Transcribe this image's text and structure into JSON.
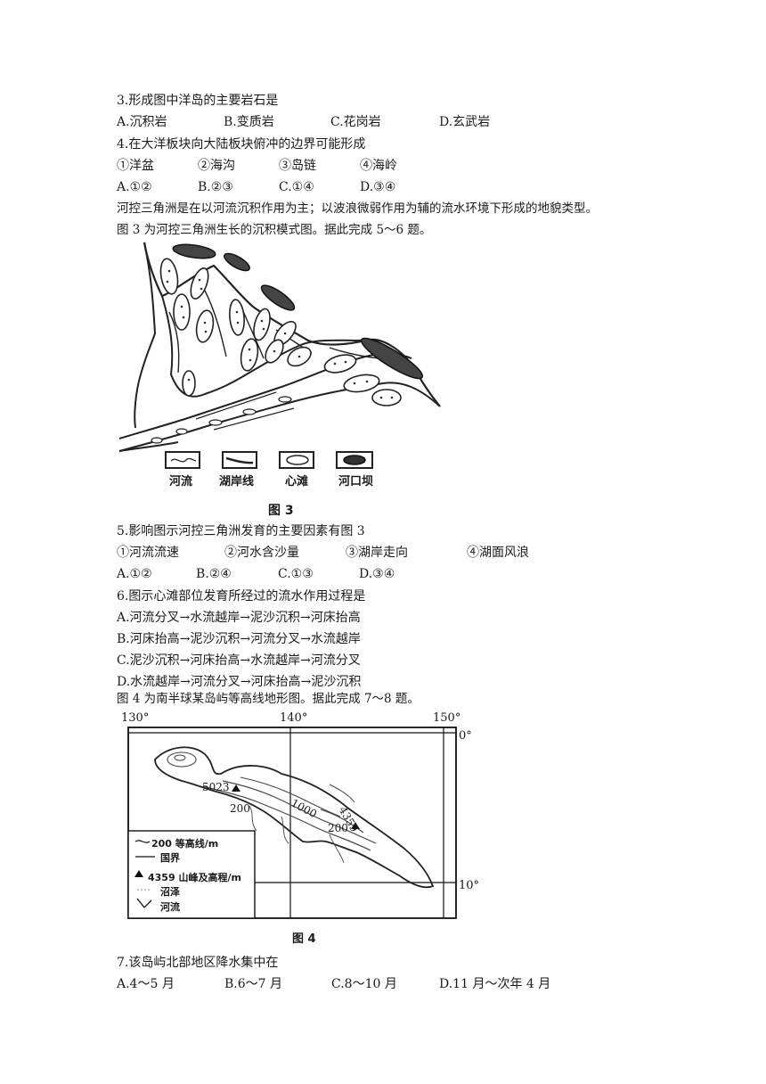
{
  "q3": {
    "stem": "3.形成图中洋岛的主要岩石是",
    "options": [
      "A.沉积岩",
      "B.变质岩",
      "C.花岗岩",
      "D.玄武岩"
    ]
  },
  "q4": {
    "stem": "4.在大洋板块向大陆板块俯冲的边界可能形成",
    "items": [
      "①洋盆",
      "②海沟",
      "③岛链",
      "④海岭"
    ],
    "options": [
      "A.①②",
      "B.②③",
      "C.①④",
      "D.③④"
    ]
  },
  "intro_fig3": {
    "line1": "河控三角洲是在以河流沉积作用为主；以波浪微弱作用为辅的流水环境下形成的地貌类型。",
    "line2": "图 3 为河控三角洲生长的沉积模式图。据此完成 5～6 题。"
  },
  "fig3": {
    "legend": [
      "河流",
      "湖岸线",
      "心滩",
      "河口坝"
    ],
    "caption": "图 3"
  },
  "q5": {
    "stem": "5.影响图示河控三角洲发育的主要因素有图 3",
    "items": [
      "①河流流速",
      "②河水含沙量",
      "③湖岸走向",
      "④湖面风浪"
    ],
    "options": [
      "A.①②",
      "B.②④",
      "C.①③",
      "D.③④"
    ]
  },
  "q6": {
    "stem": "6.图示心滩部位发育所经过的流水作用过程是",
    "options": [
      "A.河流分叉→水流越岸→泥沙沉积→河床抬高",
      "B.河床抬高→泥沙沉积→河流分叉→水流越岸",
      "C.泥沙沉积→河床抬高→水流越岸→河流分叉",
      "D.水流越岸→河流分叉→河床抬高→泥沙沉积"
    ]
  },
  "intro_fig4": "图 4 为南半球某岛屿等高线地形图。据此完成 7～8 题。",
  "fig4": {
    "lon_labels": [
      "130°",
      "140°",
      "150°"
    ],
    "lat_labels": [
      "0°",
      "10°"
    ],
    "elevations": [
      "5023",
      "200",
      "1000",
      "4359",
      "200"
    ],
    "legend": [
      "200 等高线/m",
      "国界",
      "4359 山峰及高程/m",
      "沼泽",
      "河流"
    ],
    "caption": "图 4"
  },
  "q7": {
    "stem": "7.该岛屿北部地区降水集中在",
    "options": [
      "A.4～5 月",
      "B.6～7 月",
      "C.8～10 月",
      "D.11 月～次年 4 月"
    ]
  }
}
